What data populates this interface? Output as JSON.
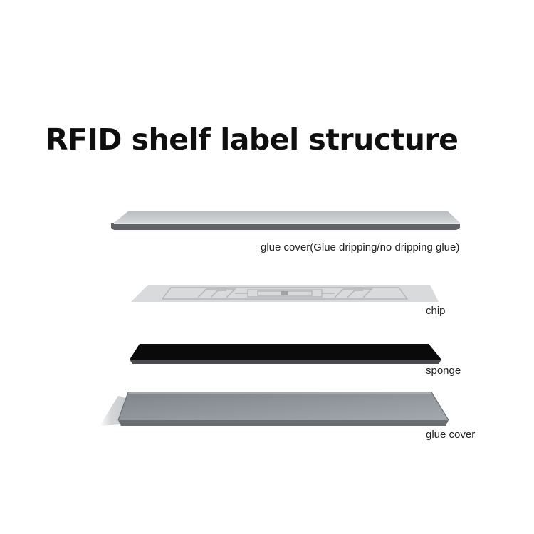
{
  "title": "RFID shelf label structure",
  "layers": [
    {
      "label": "glue cover(Glue dripping/no dripping glue)"
    },
    {
      "label": "chip"
    },
    {
      "label": "sponge"
    },
    {
      "label": "glue cover"
    }
  ],
  "colors": {
    "top_cover_face": "#c9cbcd",
    "top_cover_edge": "#5e6166",
    "inlay": "#d9dadb",
    "antenna": "#b3b5b7",
    "sponge": "#0a0a0a",
    "bottom_cover_face": "#8e9398",
    "bottom_cover_edge": "#6a6e73"
  }
}
